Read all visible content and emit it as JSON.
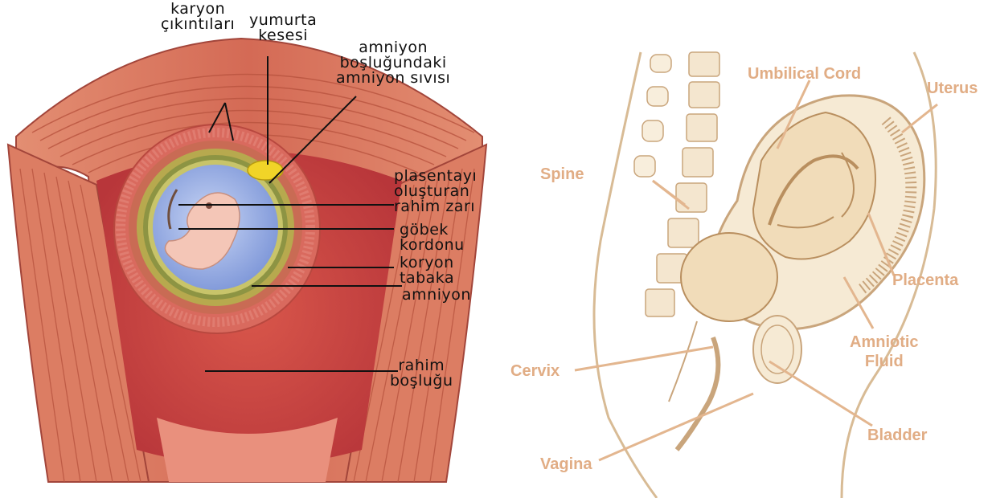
{
  "left_diagram": {
    "labels": {
      "karyon_line1": "karyon",
      "karyon_line2": "çıkıntıları",
      "yumurta_line1": "yumurta",
      "yumurta_line2": "kesesi",
      "amniyon_sivisi_line1": "amniyon",
      "amniyon_sivisi_line2": "boşluğundaki",
      "amniyon_sivisi_line3": "amniyon sıvısı",
      "plasenta_line1": "plasentayı",
      "plasenta_line2": "oluşturan",
      "plasenta_line3": "rahim zarı",
      "gobek_line1": "göbek",
      "gobek_line2": "kordonu",
      "koryon_line1": "koryon",
      "koryon_line2": "tabaka",
      "amniyon": "amniyon",
      "rahim_line1": "rahim",
      "rahim_line2": "boşluğu"
    }
  },
  "right_diagram": {
    "labels": {
      "umbilical_cord": "Umbilical Cord",
      "uterus": "Uterus",
      "spine": "Spine",
      "placenta": "Placenta",
      "amniotic_line1": "Amniotic",
      "amniotic_line2": "Fluid",
      "cervix": "Cervix",
      "bladder": "Bladder",
      "vagina": "Vagina"
    }
  },
  "colors": {
    "muscle": "#d9735c",
    "muscle_dark": "#b14a3c",
    "cavity": "#c8463f",
    "amniotic_fluid": "#9db3e8",
    "yolk_sac": "#f1d428",
    "embryo": "#f4c6b7",
    "label_orange": "#e1ad85",
    "line_art": "#c9a57c",
    "body_fill": "#f3e4c9"
  }
}
